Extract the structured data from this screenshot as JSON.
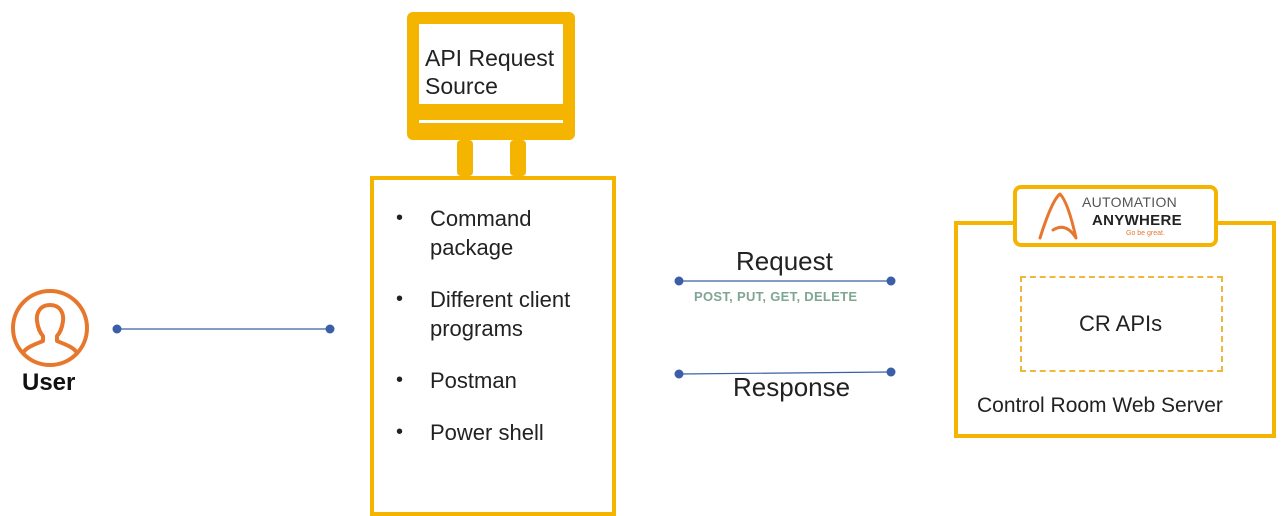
{
  "user": {
    "label": "User"
  },
  "source": {
    "title": "API Request Source",
    "clients": [
      "Command package",
      "Different client programs",
      "Postman",
      "Power shell"
    ]
  },
  "request": {
    "label": "Request",
    "methods": "POST, PUT, GET, DELETE"
  },
  "response": {
    "label": "Response"
  },
  "server": {
    "label": "Control Room Web Server",
    "api_label": "CR APIs",
    "logo": {
      "line1": "AUTOMATION",
      "line2": "ANYWHERE",
      "tagline": "Go be great."
    }
  },
  "colors": {
    "accent": "#f5b400",
    "user_icon": "#e8772e",
    "connector": "#3a5fa8",
    "methods_text": "#7fa593"
  }
}
